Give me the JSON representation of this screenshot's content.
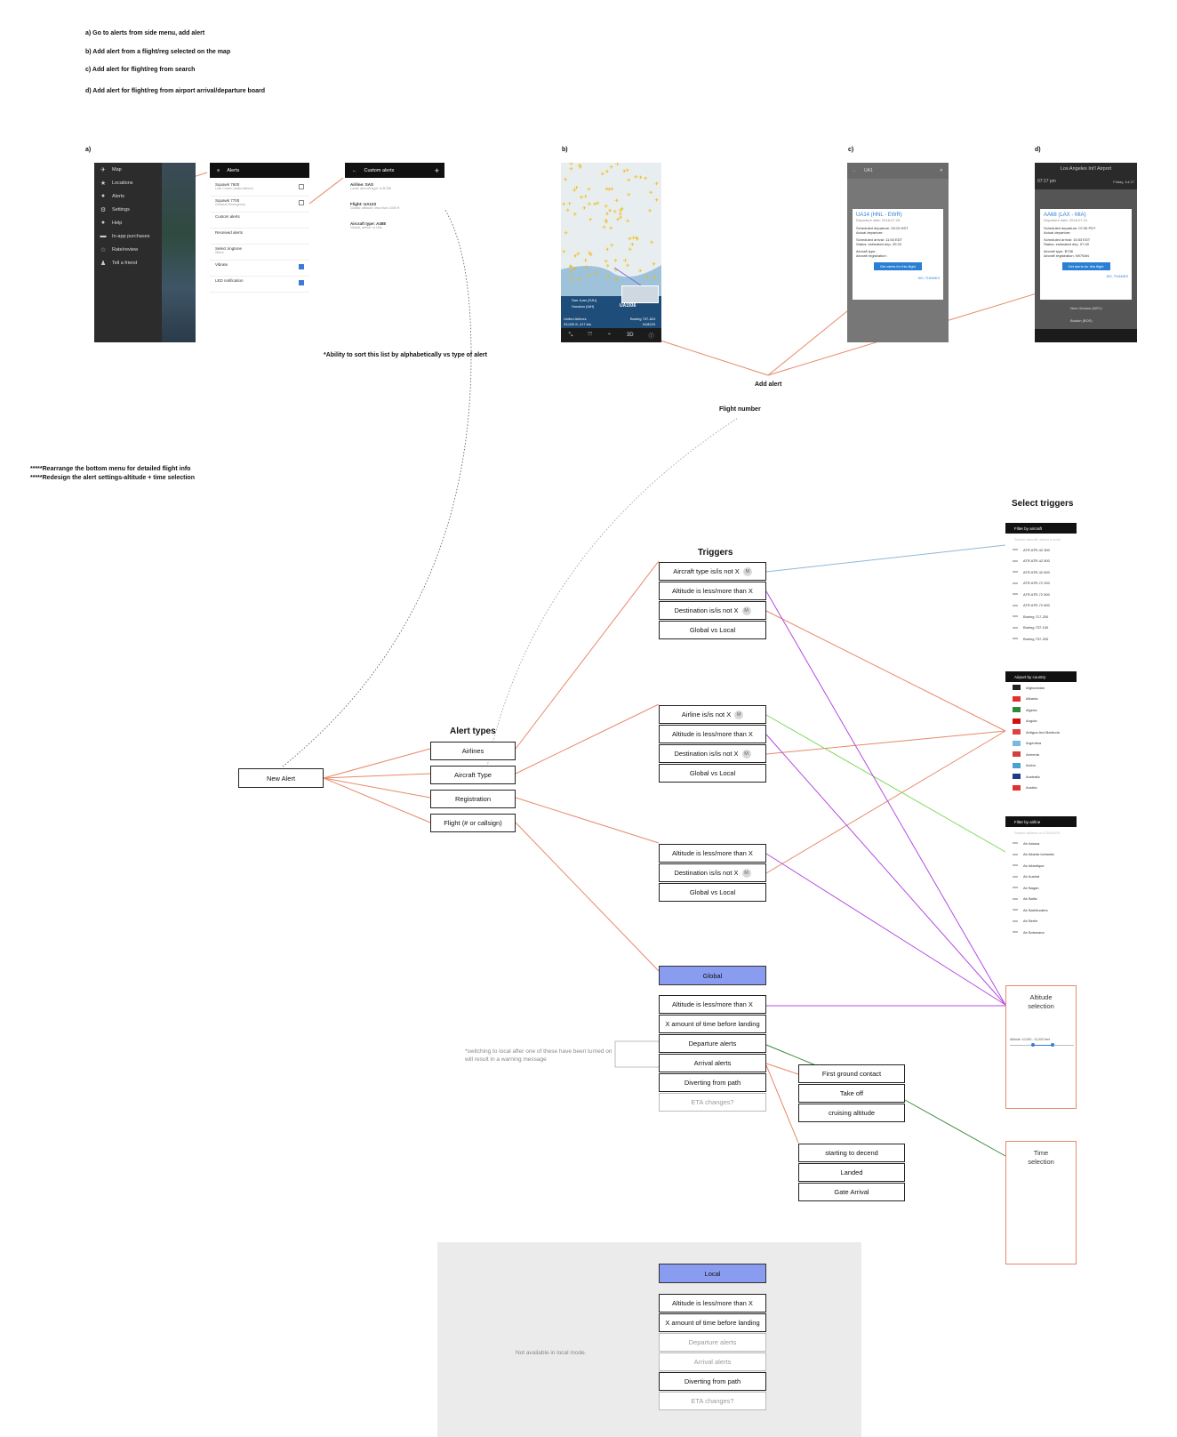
{
  "intro": {
    "a": "a)  Go to alerts from side menu, add alert",
    "b": "b) Add alert from a flight/reg selected on the map",
    "c": "c) Add alert for flight/reg from search",
    "d": "d) Add alert for flight/reg from airport arrival/departure board"
  },
  "section_labels": {
    "a": "a)",
    "b": "b)",
    "c": "c)",
    "d": "d)"
  },
  "side_menu": {
    "items": [
      "Map",
      "Locations",
      "Alerts",
      "Settings",
      "Help",
      "In-app purchases",
      "Rate/review",
      "Tell a friend"
    ],
    "icons": [
      "plane-icon",
      "star-icon",
      "alert-icon",
      "gear-icon",
      "help-icon",
      "card-icon",
      "star-outline-icon",
      "people-icon"
    ]
  },
  "alerts_screen": {
    "title": "Alerts",
    "rows": [
      {
        "label": "Squawk 7600",
        "sub": "Lost Comm (radio failure)",
        "check": "off"
      },
      {
        "label": "Squawk 7700",
        "sub": "General Emergency",
        "check": "off"
      },
      {
        "label": "Custom alerts",
        "sub": "",
        "check": "none"
      },
      {
        "label": "Received alerts",
        "sub": "",
        "check": "none"
      },
      {
        "label": "Select ringtone",
        "sub": "Silent",
        "check": "none"
      },
      {
        "label": "Vibrate",
        "sub": "",
        "check": "on"
      },
      {
        "label": "LED notification",
        "sub": "",
        "check": "on"
      }
    ]
  },
  "custom_alerts_screen": {
    "title": "Custom alerts",
    "rows": [
      {
        "label": "Airline: SAS",
        "sub": "Local; aircraft type: is B788"
      },
      {
        "label": "Flight: UA123",
        "sub": "Global; altitude: less than 1000 ft"
      },
      {
        "label": "Aircraft type: A388",
        "sub": "Global; airline: is UAL"
      }
    ]
  },
  "sort_note": "*Ability to sort this list by alphabetically vs type of alert",
  "map_screen": {
    "from": "San Juan (SJU)",
    "to": "Houston (IAH)",
    "flight": "UA1936",
    "airline": "United Airlines",
    "aircraft": "Boeing 737-824",
    "altitude": "33,000 ft, 417 kts",
    "reg": "N18223",
    "btn_3d": "3D"
  },
  "search_screen": {
    "query": "UA1",
    "popup_title": "UA14 (HNL - EWR)",
    "popup_date": "Departure date: 2018-07-28",
    "lines": [
      "Scheduled departure: 20:10 HST",
      "Actual departure:",
      "Scheduled arrival: 11:53 EDT",
      "Status: estimated dep. 20:20",
      "Aircraft type:",
      "Aircraft registration:"
    ],
    "button": "Get alerts for this flight",
    "no_thanks": "NO, THANKS"
  },
  "airport_screen": {
    "title": "Los Angeles Int'l Airport",
    "time": "07:17 pm",
    "date": "Friday, Jul 27",
    "popup_title": "AA68 (LAX - MIA)",
    "popup_date": "Departure date: 2018-07-31",
    "lines": [
      "Scheduled departure: 07:30 PDT",
      "Actual departure:",
      "Scheduled arrival: 15:53 EDT",
      "Status: estimated dep. 07:40",
      "Aircraft type: B738",
      "Aircraft registration: N979AN"
    ],
    "button": "Get alerts for this flight",
    "no_thanks": "NO, THANKS",
    "below": [
      "New Orleans (MSY)",
      "Boston (BOS)"
    ]
  },
  "add_alert": "Add alert",
  "flight_number": "Flight number",
  "rearrange_notes": [
    "*****Rearrange the bottom menu for detailed flight info",
    "*****Redesign the  alert settings-altitude + time selection"
  ],
  "new_alert": "New Alert",
  "alert_types": {
    "heading": "Alert types",
    "items": [
      "Airlines",
      "Aircraft Type",
      "Registration",
      "Flight (# or callsign)"
    ]
  },
  "triggers": {
    "heading": "Triggers",
    "group1": [
      {
        "label": "Aircraft type is/is not X",
        "badge": "M"
      },
      {
        "label": "Altitude is less/more than X",
        "badge": ""
      },
      {
        "label": "Destination is/is not X",
        "badge": "M"
      },
      {
        "label": "Global vs Local",
        "badge": ""
      }
    ],
    "group2": [
      {
        "label": "Airline is/is not X",
        "badge": "M"
      },
      {
        "label": "Altitude is less/more than X",
        "badge": ""
      },
      {
        "label": "Destination is/is not X",
        "badge": "M"
      },
      {
        "label": "Global vs Local",
        "badge": ""
      }
    ],
    "group3": [
      {
        "label": "Altitude is less/more than X",
        "badge": ""
      },
      {
        "label": "Destination is/is not X",
        "badge": "M"
      },
      {
        "label": "Global vs Local",
        "badge": ""
      }
    ]
  },
  "global": {
    "title": "Global",
    "items": [
      "Altitude is less/more than X",
      "X amount of time before landing",
      "Departure alerts",
      "Arrival alerts",
      "Diverting from path",
      "ETA changes?"
    ],
    "note": "*switching to local after one of these have been turned on will result in a warning message",
    "departure_sub": [
      "First ground contact",
      "Take off",
      "cruising altitude"
    ],
    "arrival_sub": [
      "starting to decend",
      "Landed",
      "Gate Arrival"
    ]
  },
  "local": {
    "title": "Local",
    "items": [
      "Altitude is less/more than X",
      "X amount of time before landing",
      "Departure alerts",
      "Arrival alerts",
      "Diverting from path",
      "ETA changes?"
    ],
    "note": "Not available in local mode."
  },
  "select_triggers": {
    "heading": "Select triggers",
    "aircraft": {
      "title": "Filter by aircraft",
      "search": "Search aircraft, select a code",
      "items": [
        "ATR ATR-42 300",
        "ATR ATR-42 500",
        "ATR ATR-42 600",
        "ATR ATR-72 200",
        "ATR ATR-72 500",
        "ATR ATR-72 600",
        "Boeing 717-200",
        "Boeing 737-100",
        "Boeing 737-200"
      ]
    },
    "country": {
      "title": "Airport by country",
      "items": [
        "Afghanistan",
        "Albania",
        "Algeria",
        "Angola",
        "Antigua And Barbuda",
        "Argentina",
        "Armenia",
        "Aruba",
        "Australia",
        "Austria"
      ]
    },
    "airline": {
      "title": "Filter by airline",
      "search": "Search airlines or ICAO/IATA",
      "items": [
        "Air Astana",
        "Air Atlanta Icelandic",
        "Air Atlantique",
        "Air Austral",
        "Air Bagan",
        "Air Baltic",
        "Air Barbiturates",
        "Air Berlin",
        "Air Botswana"
      ]
    },
    "altitude": {
      "title": "Altitude selection",
      "readout": "Altitude: 10,000 - 31,000 feet"
    },
    "time": {
      "title": "Time selection"
    }
  },
  "colors": {
    "connector_orange": "#e8896a",
    "connector_purple": "#b44be0",
    "connector_green": "#7ed957",
    "connector_blue": "#8fb8d8",
    "connector_darkgreen": "#3e8a3e",
    "highlight_blue": "#8a9cf0",
    "local_panel": "#ebebeb"
  }
}
